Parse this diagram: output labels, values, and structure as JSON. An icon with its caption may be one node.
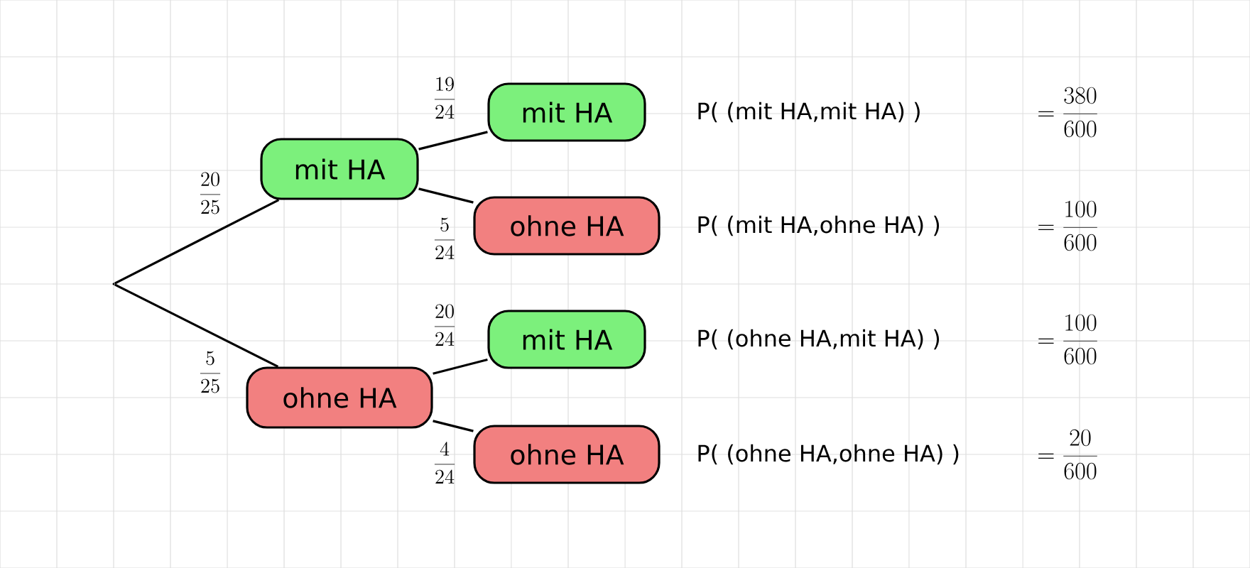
{
  "diagram": {
    "nodes": [
      {
        "text": [],
        "shape": "point"
      },
      {
        "text": [
          "mit HA"
        ]
      },
      {
        "text": [
          "ohne HA"
        ]
      },
      {
        "text": [
          "mit HA"
        ],
        "beside": [
          "P( (mit HA,mit HA) )"
        ]
      },
      {
        "text": [
          "ohne HA"
        ],
        "beside": [
          "P( (mit HA,ohne HA) )"
        ]
      },
      {
        "text": [
          "mit HA"
        ],
        "beside": [
          "P( (ohne HA,mit HA) )"
        ]
      },
      {
        "text": [
          "ohne HA"
        ],
        "beside": [
          "P( (ohne HA,ohne HA) )"
        ]
      }
    ],
    "edges": [
      {
        "from": 0,
        "to": 1,
        "arrow": "none",
        "label": "\\frac{20}{25}"
      },
      {
        "from": 0,
        "to": 2,
        "arrow": "none",
        "label": "\\frac{5}{25}"
      },
      {
        "from": 1,
        "to": 3,
        "arrow": "none",
        "label": "\\frac{19}{24}"
      },
      {
        "from": 1,
        "to": 4,
        "arrow": "none",
        "label": "\\frac{5}{24}"
      },
      {
        "from": 2,
        "to": 5,
        "arrow": "none",
        "label": "\\frac{20}{24}"
      },
      {
        "from": 2,
        "to": 6,
        "arrow": "none",
        "label": "\\frac{4}{24}"
      }
    ],
    "labels": [
      "= \\frac{380}{600}",
      "= \\frac{100}{600}",
      "= \\frac{100}{600}",
      "= \\frac{20}{600}"
    ]
  }
}
